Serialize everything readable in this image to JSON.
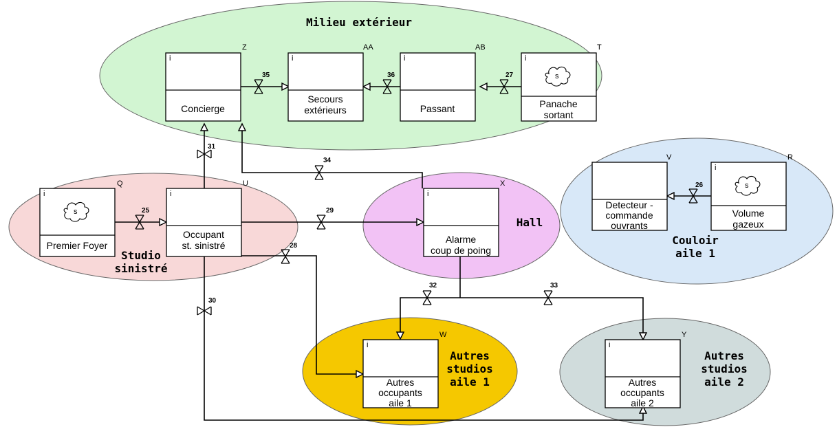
{
  "zones": {
    "milieu": "Milieu extérieur",
    "hall": "Hall",
    "couloir": [
      "Couloir",
      "aile 1"
    ],
    "studio": [
      "Studio",
      "sinistré"
    ],
    "aile1": [
      "Autres",
      "studios",
      "aile 1"
    ],
    "aile2": [
      "Autres",
      "studios",
      "aile 2"
    ]
  },
  "boxes": {
    "Z": {
      "id": "Z",
      "i": "i",
      "label": [
        "Concierge"
      ]
    },
    "AA": {
      "id": "AA",
      "i": "i",
      "label": [
        "Secours",
        "extérieurs"
      ]
    },
    "AB": {
      "id": "AB",
      "i": "i",
      "label": [
        "Passant"
      ]
    },
    "T": {
      "id": "T",
      "i": "i",
      "s": "s",
      "label": [
        "Panache",
        "sortant"
      ]
    },
    "V": {
      "id": "V",
      "label": [
        "Detecteur -",
        "commande",
        "ouvrants"
      ]
    },
    "R": {
      "id": "R",
      "i": "i",
      "s": "s",
      "label": [
        "Volume",
        "gazeux"
      ]
    },
    "Q": {
      "id": "Q",
      "i": "i",
      "s": "s",
      "label": [
        "Premier Foyer"
      ]
    },
    "U": {
      "id": "U",
      "i": "i",
      "label": [
        "Occupant",
        "st. sinistré"
      ]
    },
    "X": {
      "id": "X",
      "i": "i",
      "label": [
        "Alarme",
        "coup de poing"
      ]
    },
    "W": {
      "id": "W",
      "i": "i",
      "label": [
        "Autres",
        "occupants",
        "aile 1"
      ]
    },
    "Y": {
      "id": "Y",
      "i": "i",
      "label": [
        "Autres",
        "occupants",
        "aile 2"
      ]
    }
  },
  "valves": [
    "25",
    "26",
    "27",
    "28",
    "29",
    "30",
    "31",
    "32",
    "33",
    "34",
    "35",
    "36"
  ],
  "colors": {
    "milieu": "#d2f5d2",
    "studio": "#f8d8d8",
    "hall": "#f2c2f5",
    "couloir": "#d8e8f8",
    "aile1": "#f5c800",
    "aile2": "#d0dcdc"
  }
}
